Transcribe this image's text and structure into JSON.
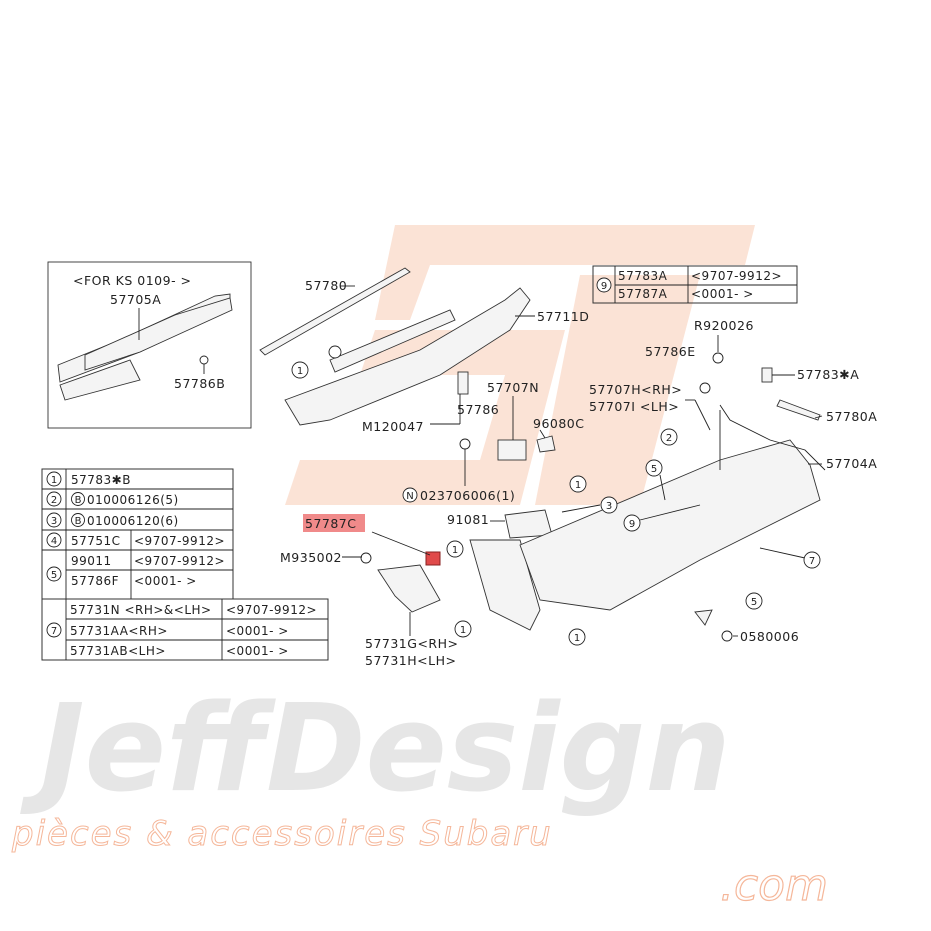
{
  "watermark": {
    "brand": "JeffDesign",
    "domain": ".com",
    "tagline": "pièces & accessoires Subaru"
  },
  "inset": {
    "note": "<FOR KS 0109-      >",
    "parts": [
      "57705A",
      "57786B"
    ]
  },
  "highlighted_part": {
    "label": "57787C",
    "color": "#f08a8a"
  },
  "callouts": {
    "p57780": "57780",
    "p57711D": "57711D",
    "p57707N": "57707N",
    "p57786": "57786",
    "pM120047": "M120047",
    "p96080C": "96080C",
    "p023706006": "023706006(1)",
    "n_mark": "N",
    "p91081": "91081",
    "pM935002": "M935002",
    "p57731G": "57731G<RH>",
    "p57731H": "57731H<LH>",
    "p0580006": "0580006",
    "pR920026": "R920026",
    "p57786E": "57786E",
    "p57707H": "57707H<RH>",
    "p57707I": "57707I <LH>",
    "p57783A": "57783✱A",
    "p57780A": "57780A",
    "p57704A": "57704A"
  },
  "ref_marks": {
    "one": "1",
    "two": "2",
    "three": "3",
    "five": "5",
    "seven": "7",
    "nine": "9"
  },
  "legend_table": [
    {
      "ref": "1",
      "part": "57783✱B"
    },
    {
      "ref": "2",
      "bmark": "B",
      "part": "010006126(5)"
    },
    {
      "ref": "3",
      "bmark": "B",
      "part": "010006120(6)"
    },
    {
      "ref": "4",
      "part": "57751C",
      "period": "<9707-9912>"
    },
    {
      "ref": "5",
      "rows": [
        {
          "part": "99011",
          "period": "<9707-9912>"
        },
        {
          "part": "57786F",
          "period": "<0001-      >"
        }
      ]
    }
  ],
  "table7": {
    "ref": "7",
    "rows": [
      {
        "part": "57731N <RH>&<LH>",
        "period": "<9707-9912>"
      },
      {
        "part": "57731AA<RH>",
        "period": "<0001-        >"
      },
      {
        "part": "57731AB<LH>",
        "period": "<0001-        >"
      }
    ]
  },
  "table9": {
    "ref": "9",
    "rows": [
      {
        "part": "57783A",
        "period": "<9707-9912>"
      },
      {
        "part": "57787A",
        "period": "<0001-       >"
      }
    ]
  }
}
